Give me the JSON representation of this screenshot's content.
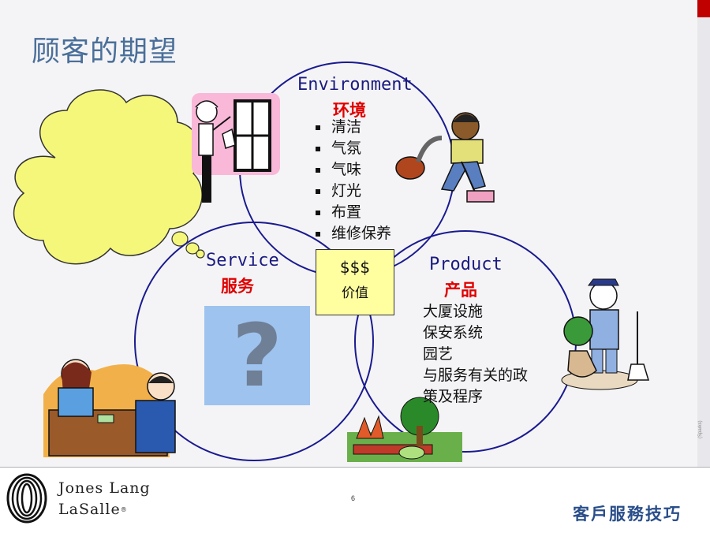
{
  "slide": {
    "title": "顾客的期望",
    "page_number": "6",
    "tagline": "客戶服務技巧",
    "side_tag": "(Sparks)"
  },
  "environment": {
    "label_en": "Environment",
    "label_cn": "环境",
    "items": [
      "清洁",
      "气氛",
      "气味",
      "灯光",
      "布置",
      "维修保养"
    ]
  },
  "service": {
    "label_en": "Service",
    "label_cn": "服务",
    "placeholder_glyph": "?"
  },
  "product": {
    "label_en": "Product",
    "label_cn": "产品",
    "lines": [
      "大厦设施",
      "保安系统",
      "园艺",
      "与服务有关的政",
      "策及程序"
    ]
  },
  "value_box": {
    "money": "$$$",
    "label": "价值"
  },
  "logo": {
    "line1": "Jones Lang",
    "line2": "LaSalle",
    "mark": "®"
  },
  "colors": {
    "title": "#4a6f9a",
    "circle_stroke": "#1a1a90",
    "label_en": "#1a1a80",
    "label_cn": "#e00000",
    "value_box": "#ffffa0",
    "question_box": "#9ec3ee",
    "thought_bubble": "#f5f77a",
    "accent_red": "#c00000",
    "tagline": "#2a4e8a"
  },
  "icons": [
    "cleaning-woman-illustration",
    "vacuum-boy-illustration",
    "gardener-illustration",
    "handshake-illustration",
    "garden-illustration",
    "thought-bubble",
    "jll-logo-mark"
  ]
}
